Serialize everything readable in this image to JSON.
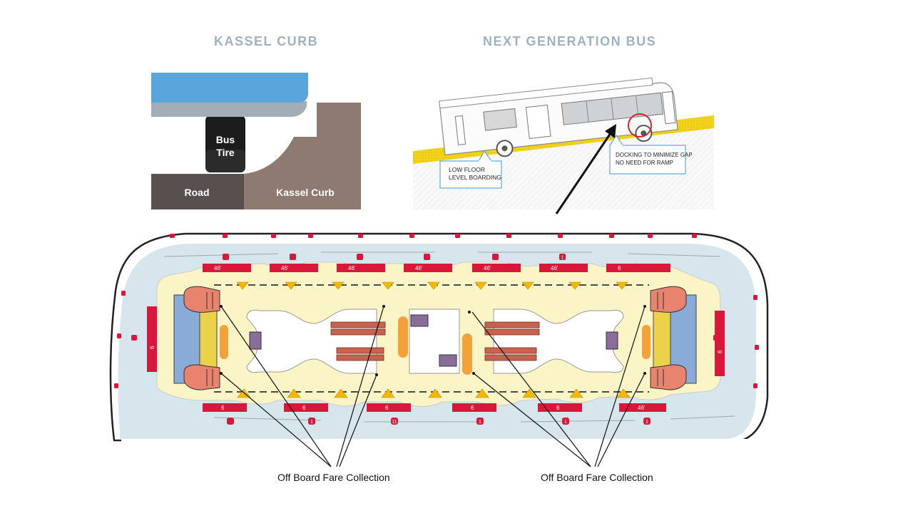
{
  "headings": {
    "curb": "KASSEL CURB",
    "bus": "NEXT GENERATION BUS"
  },
  "curb_diagram": {
    "tire_label": "Bus\nTire",
    "road_label": "Road",
    "curb_label": "Kassel Curb",
    "colors": {
      "bus_body": "#5aa6dc",
      "bus_skirt": "#a3adb5",
      "tire": "#1a1a1a",
      "road": "#5a4f4f",
      "curb": "#8e7a71"
    }
  },
  "bus_diagram": {
    "callout_left": [
      "LOW FLOOR",
      "LEVEL BOARDING"
    ],
    "callout_right": [
      "DOCKING TO MINIMIZE GAP",
      "NO NEED FOR RAMP"
    ],
    "colors": {
      "platform": "#f2d21b",
      "ground": "#ececec",
      "callout_border": "#5ea9d6",
      "highlight_circle": "#d9202b"
    }
  },
  "station_plan": {
    "top_bay_labels": [
      "46'",
      "46'",
      "46'",
      "46'",
      "46'",
      "46'",
      "6"
    ],
    "top_bay_numbers": [
      "",
      "",
      "",
      "",
      "",
      "1"
    ],
    "bottom_bay_labels": [
      "6",
      "6",
      "6",
      "6",
      "6",
      "46'"
    ],
    "bottom_bay_numbers": [
      "",
      "1",
      "11",
      "1",
      "1",
      "1"
    ],
    "end_labels": [
      "6",
      "6"
    ],
    "colors": {
      "outer": "#d6e6ec",
      "platform": "#faf4c6",
      "bay_sign": "#d8173a",
      "end_blue": "#8aabd8",
      "end_yellow": "#ecd24a",
      "orange": "#f2a23a",
      "bench": "#c9614f",
      "triangle": "#f5b800"
    }
  },
  "callouts": {
    "left": "Off Board Fare Collection",
    "right": "Off Board Fare Collection"
  }
}
